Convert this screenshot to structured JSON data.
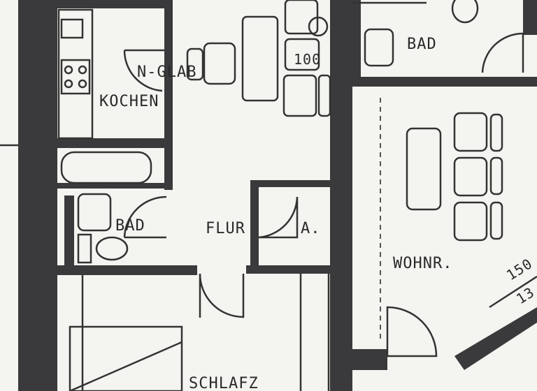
{
  "rooms": {
    "kitchen": "KOCHEN",
    "niche": "N-GLAB",
    "bath_left": "BAD",
    "hall": "FLUR",
    "closet": "A.",
    "bedroom": "SCHLAFZ",
    "bath_right": "BAD",
    "living": "WOHNR."
  },
  "fixtures": {
    "table_mark": "100"
  },
  "dimensions": {
    "dim_a": "150",
    "dim_b": "13"
  },
  "colors": {
    "wall": "#3a3a3c",
    "paper": "#f4f4f0",
    "line": "#333333"
  }
}
